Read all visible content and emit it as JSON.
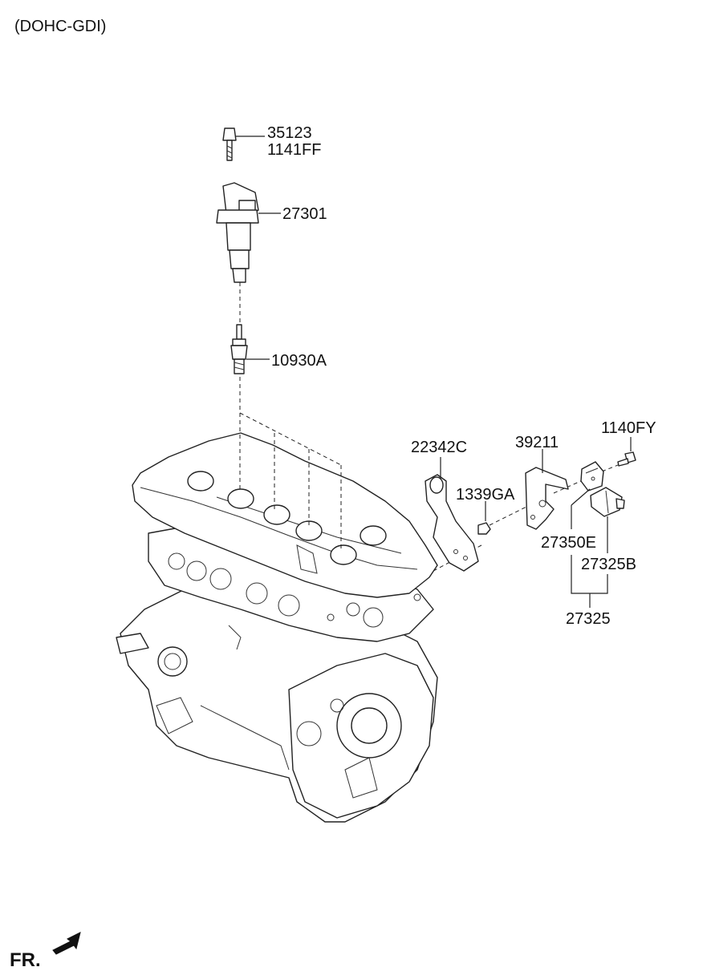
{
  "title": "(DOHC-GDI)",
  "front_marker": "FR.",
  "callouts": {
    "bolt_a": "35123",
    "bolt_b": "1141FF",
    "ignition_coil": "27301",
    "spark_plug": "10930A",
    "bracket": "22342C",
    "nut": "1339GA",
    "plate": "39211",
    "screw": "1140FY",
    "sensor_a": "27350E",
    "sensor_b": "27325B",
    "sensor_assy": "27325"
  }
}
